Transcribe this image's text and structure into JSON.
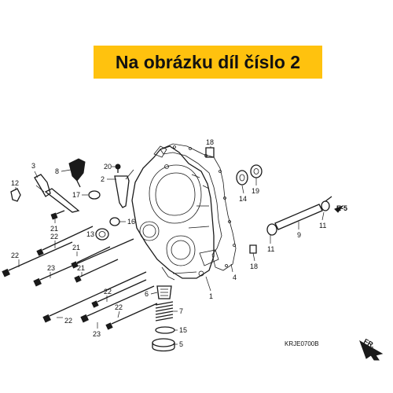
{
  "banner": {
    "text": "Na obrázku díl číslo 2",
    "background": "#ffc20e"
  },
  "diagram_code": "KRJE0700B",
  "reference": "E-5",
  "direction_arrow": "FR.",
  "callouts": [
    {
      "id": "c1",
      "text": "1"
    },
    {
      "id": "c2",
      "text": "2"
    },
    {
      "id": "c3",
      "text": "3"
    },
    {
      "id": "c4",
      "text": "4"
    },
    {
      "id": "c5",
      "text": "5"
    },
    {
      "id": "c6",
      "text": "6"
    },
    {
      "id": "c7",
      "text": "7"
    },
    {
      "id": "c8",
      "text": "8"
    },
    {
      "id": "c9",
      "text": "9"
    },
    {
      "id": "c11a",
      "text": "11"
    },
    {
      "id": "c11b",
      "text": "11"
    },
    {
      "id": "c12",
      "text": "12"
    },
    {
      "id": "c13",
      "text": "13"
    },
    {
      "id": "c14",
      "text": "14"
    },
    {
      "id": "c15",
      "text": "15"
    },
    {
      "id": "c16",
      "text": "16"
    },
    {
      "id": "c17",
      "text": "17"
    },
    {
      "id": "c18a",
      "text": "18"
    },
    {
      "id": "c18b",
      "text": "18"
    },
    {
      "id": "c19",
      "text": "19"
    },
    {
      "id": "c20",
      "text": "20"
    },
    {
      "id": "c21a",
      "text": "21"
    },
    {
      "id": "c21b",
      "text": "21"
    },
    {
      "id": "c21c",
      "text": "21"
    },
    {
      "id": "c22a",
      "text": "22"
    },
    {
      "id": "c22b",
      "text": "22"
    },
    {
      "id": "c22c",
      "text": "22"
    },
    {
      "id": "c22d",
      "text": "22"
    },
    {
      "id": "c22e",
      "text": "22"
    },
    {
      "id": "c23a",
      "text": "23"
    },
    {
      "id": "c23b",
      "text": "23"
    }
  ]
}
